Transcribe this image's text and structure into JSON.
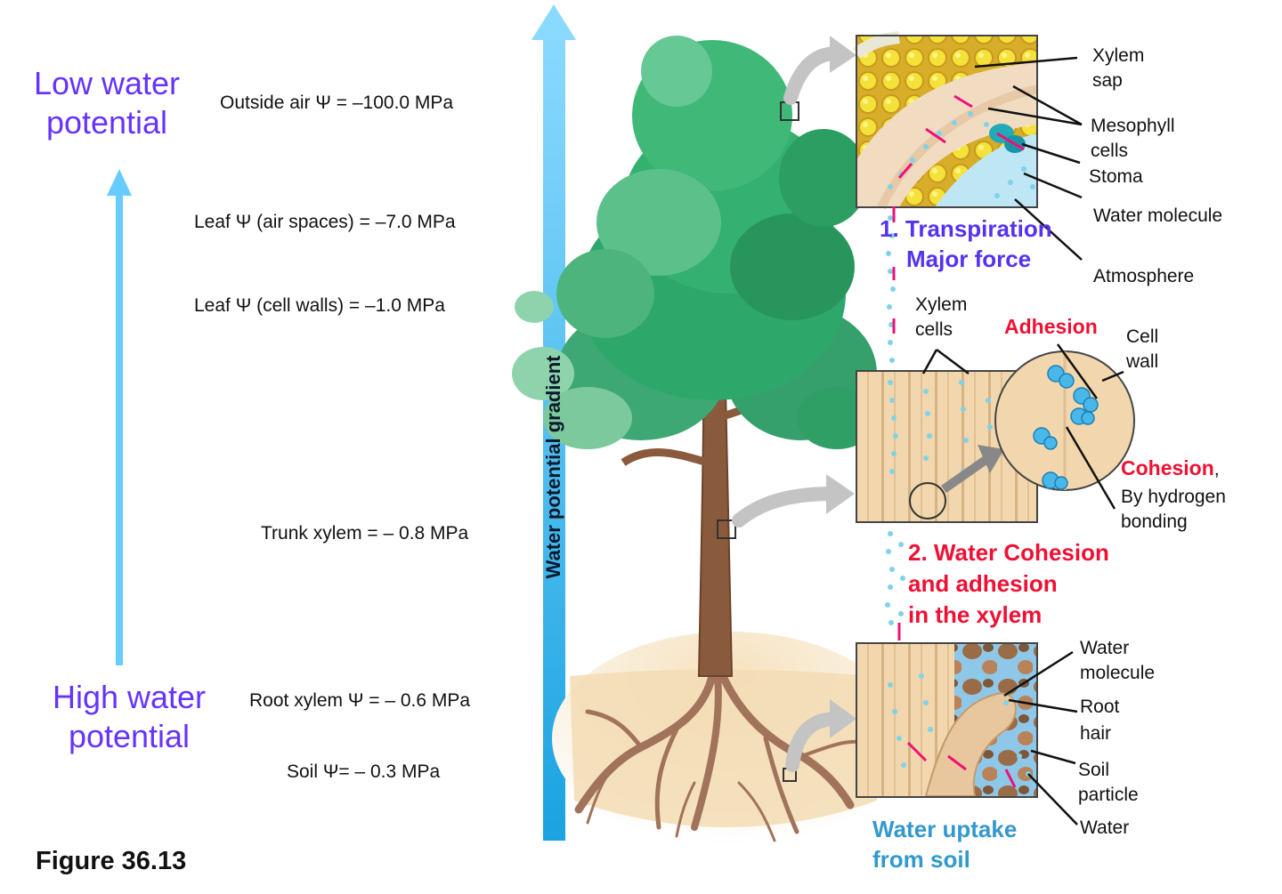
{
  "left": {
    "low_line1": "Low water",
    "low_line2": "potential",
    "high_line1": "High water",
    "high_line2": "potential",
    "figure": "Figure 36.13"
  },
  "potentials": {
    "outside_air": "Outside air Ψ = –100.0 MPa",
    "leaf_air": "Leaf Ψ (air spaces) = –7.0 MPa",
    "leaf_walls": "Leaf Ψ (cell walls)  = –1.0 MPa",
    "trunk": "Trunk xylem  = – 0.8 MPa",
    "root": "Root xylem Ψ = – 0.6 MPa",
    "soil": "Soil Ψ= – 0.3 MPa"
  },
  "gradient_label": "Water potential gradient",
  "leaf_callouts": {
    "xylem_sap_1": "Xylem",
    "xylem_sap_2": "sap",
    "mesophyll_1": "Mesophyll",
    "mesophyll_2": "cells",
    "stoma": "Stoma",
    "water_molecule": "Water molecule",
    "atmosphere": "Atmosphere"
  },
  "transpiration": {
    "line1": "1. Transpiration",
    "line2": "Major force"
  },
  "trunk_callouts": {
    "xylem_cells_1": "Xylem",
    "xylem_cells_2": "cells",
    "adhesion": "Adhesion",
    "cell_wall_1": "Cell",
    "cell_wall_2": "wall",
    "cohesion": "Cohesion",
    "cohesion_comma": ",",
    "hbond_1": "By hydrogen",
    "hbond_2": "bonding"
  },
  "cohesion_heading": {
    "line1": "2. Water Cohesion",
    "line2": "and adhesion",
    "line3": "in the xylem"
  },
  "root_callouts": {
    "water_molecule_1": "Water",
    "water_molecule_2": "molecule",
    "root_hair_1": "Root",
    "root_hair_2": "hair",
    "soil_particle_1": "Soil",
    "soil_particle_2": "particle",
    "water": "Water"
  },
  "uptake": {
    "line1": "Water uptake",
    "line2": "from soil"
  },
  "colors": {
    "purple": "#6633ff",
    "red": "#ee1133",
    "arrow_blue": "#66ccff",
    "leaf_green": "#2ea86a",
    "trunk_brown": "#8a5a3c",
    "soil": "#f3dcb4",
    "water_dot": "#7fd3e8"
  }
}
